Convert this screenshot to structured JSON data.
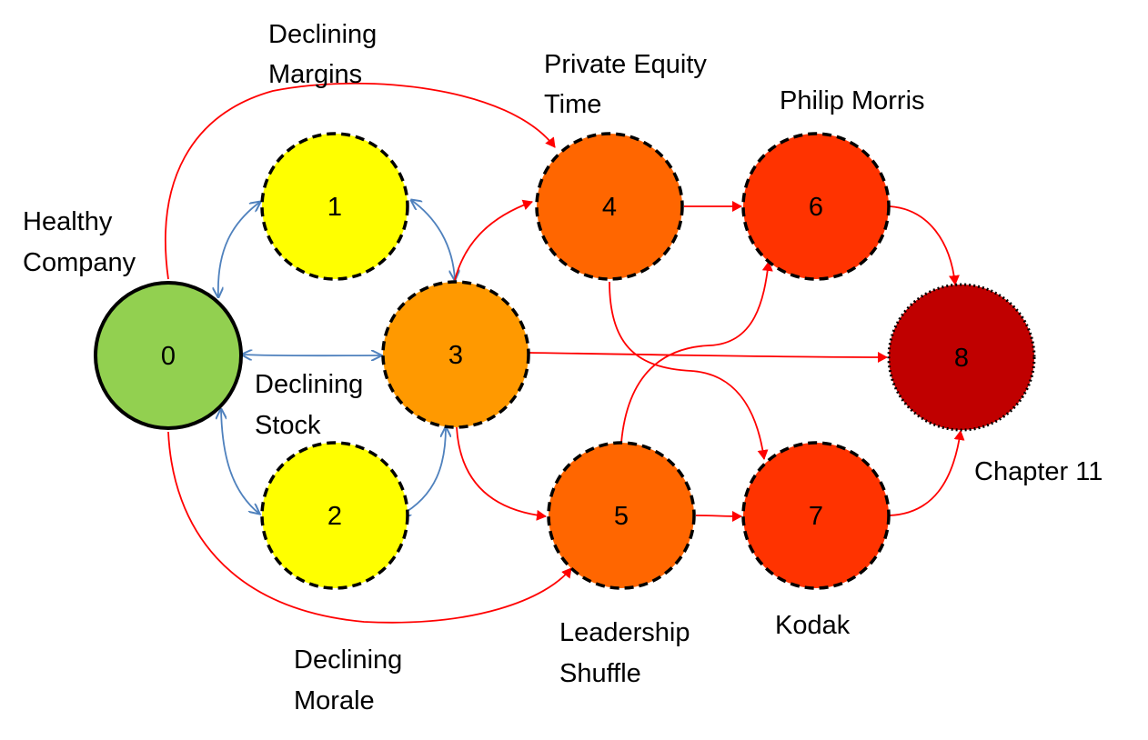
{
  "colors": {
    "edge_red": "#ff0000",
    "edge_blue": "#4f81bd",
    "outline": "#000000"
  },
  "nodes": [
    {
      "id": "0",
      "label": "0",
      "fill": "#92d050",
      "border": "solid"
    },
    {
      "id": "1",
      "label": "1",
      "fill": "#ffff00",
      "border": "dashed"
    },
    {
      "id": "2",
      "label": "2",
      "fill": "#ffff00",
      "border": "dashed"
    },
    {
      "id": "3",
      "label": "3",
      "fill": "#ff9900",
      "border": "dashed"
    },
    {
      "id": "4",
      "label": "4",
      "fill": "#ff6600",
      "border": "dashed"
    },
    {
      "id": "5",
      "label": "5",
      "fill": "#ff6600",
      "border": "dashed"
    },
    {
      "id": "6",
      "label": "6",
      "fill": "#ff3300",
      "border": "dashed"
    },
    {
      "id": "7",
      "label": "7",
      "fill": "#ff3300",
      "border": "dashed"
    },
    {
      "id": "8",
      "label": "8",
      "fill": "#c00000",
      "border": "dotted"
    }
  ],
  "captions": {
    "healthy_company": [
      "Healthy",
      "Company"
    ],
    "declining_margins": [
      "Declining",
      "Margins"
    ],
    "private_equity_time": [
      "Private Equity",
      "Time"
    ],
    "philip_morris": [
      "Philip Morris"
    ],
    "declining_stock": [
      "Declining",
      "Stock"
    ],
    "chapter_11": [
      "Chapter 11"
    ],
    "leadership_shuffle": [
      "Leadership",
      "Shuffle"
    ],
    "kodak": [
      "Kodak"
    ],
    "declining_morale": [
      "Declining",
      "Morale"
    ]
  },
  "edges": [
    {
      "from": "0",
      "to": "1",
      "color": "blue",
      "bidirectional": true
    },
    {
      "from": "0",
      "to": "3",
      "color": "blue",
      "bidirectional": true
    },
    {
      "from": "0",
      "to": "2",
      "color": "blue",
      "bidirectional": true
    },
    {
      "from": "1",
      "to": "3",
      "color": "blue",
      "bidirectional": true
    },
    {
      "from": "2",
      "to": "3",
      "color": "blue",
      "bidirectional": true
    },
    {
      "from": "0",
      "to": "4",
      "color": "red",
      "bidirectional": false
    },
    {
      "from": "0",
      "to": "5",
      "color": "red",
      "bidirectional": false
    },
    {
      "from": "3",
      "to": "4",
      "color": "red",
      "bidirectional": false
    },
    {
      "from": "3",
      "to": "5",
      "color": "red",
      "bidirectional": false
    },
    {
      "from": "3",
      "to": "8",
      "color": "red",
      "bidirectional": false
    },
    {
      "from": "4",
      "to": "6",
      "color": "red",
      "bidirectional": false
    },
    {
      "from": "4",
      "to": "7",
      "color": "red",
      "bidirectional": false
    },
    {
      "from": "5",
      "to": "6",
      "color": "red",
      "bidirectional": false
    },
    {
      "from": "5",
      "to": "7",
      "color": "red",
      "bidirectional": false
    },
    {
      "from": "6",
      "to": "8",
      "color": "red",
      "bidirectional": false
    },
    {
      "from": "7",
      "to": "8",
      "color": "red",
      "bidirectional": false
    }
  ]
}
